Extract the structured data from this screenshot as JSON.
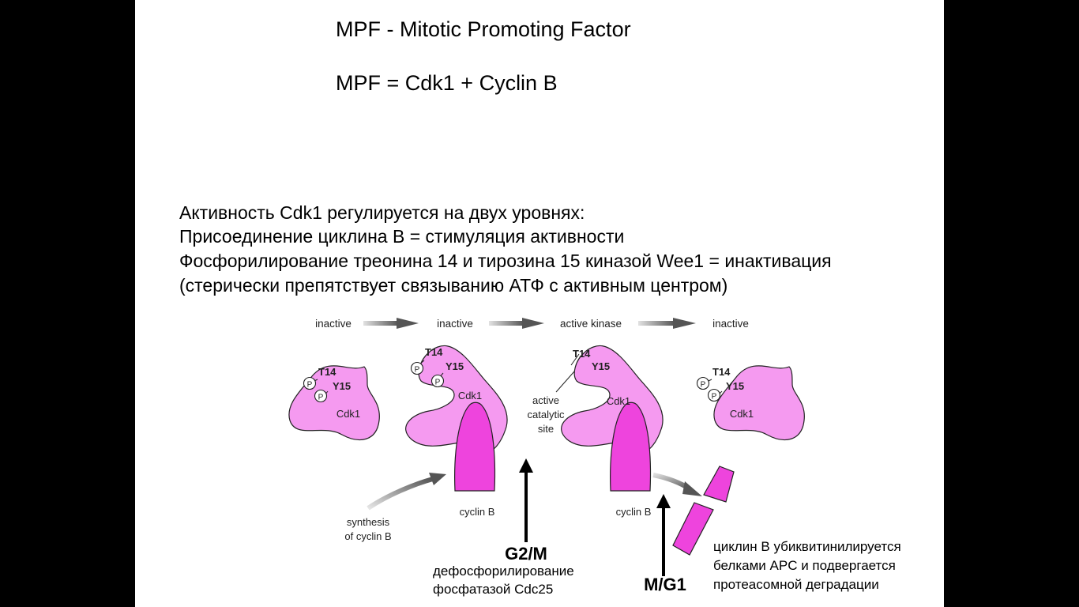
{
  "slide": {
    "title_line1": "MPF  -  Mitotic Promoting Factor",
    "title_line2": "MPF = Cdk1 + Cyclin B",
    "body_lines": [
      "Активность Cdk1 регулируется на двух уровнях:",
      "Присоединение циклина В = стимуляция активности",
      "Фосфорилирование треонина 14 и тирозина 15 киназой Wee1 = инактивация",
      "(стерически препятствует связыванию АТФ с активным центром)"
    ]
  },
  "diagram": {
    "states": [
      "inactive",
      "inactive",
      "active kinase",
      "inactive"
    ],
    "residue_t": "T14",
    "residue_y": "Y15",
    "phospho": "P",
    "cdk": "Cdk1",
    "cyclin": "cyclin B",
    "synthesis_line1": "synthesis",
    "synthesis_line2": "of cyclin B",
    "site_line1": "active",
    "site_line2": "catalytic",
    "site_line3": "site",
    "g2m": "G2/M",
    "g2m_desc1": "дефосфорилирование",
    "g2m_desc2": "фосфатазой Cdc25",
    "mg1": "M/G1",
    "degr_line1": "циклин В убиквитинилируется",
    "degr_line2": "белками APC и подвергается",
    "degr_line3": "протеасомной деградации"
  },
  "colors": {
    "cdk_fill": "#f59af0",
    "cyclin_fill": "#ee44dd",
    "outline": "#222222",
    "background": "#000000",
    "slide": "#ffffff"
  }
}
